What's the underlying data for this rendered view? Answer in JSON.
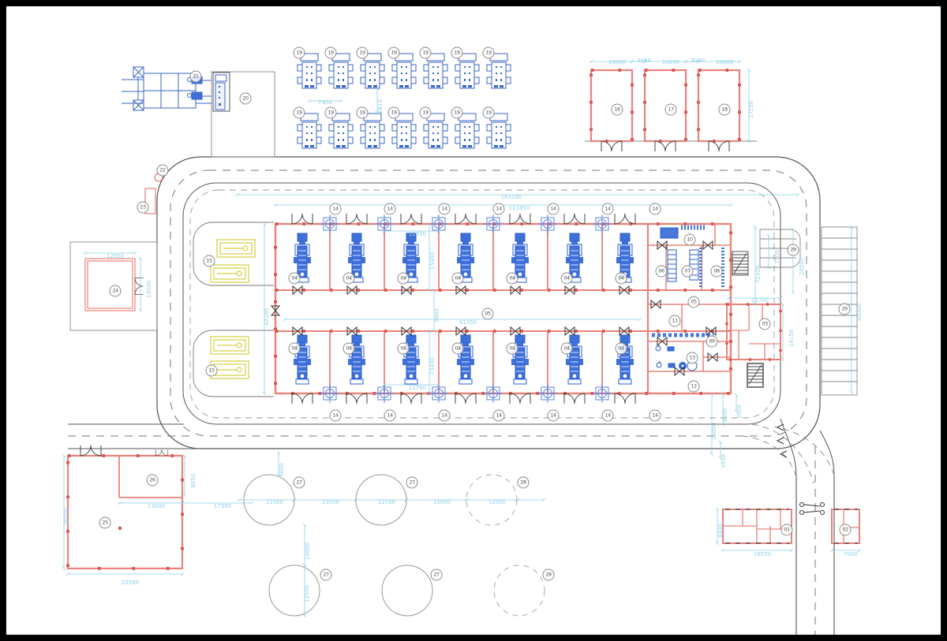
{
  "sheet": {
    "type": "site-plan-drawing",
    "background": "#ffffff",
    "border": "#000000"
  },
  "colors": {
    "dimension": "#8ccfe9",
    "walls": "#e8837c",
    "equipment_blue": "#3a66c4",
    "equipment_yellow": "#d6cf3e",
    "roads": "#666666",
    "callout": "#8a8a8a"
  },
  "labels": {
    "c01": "01",
    "c02": "02",
    "c03": "03",
    "c04": "04",
    "c05": "05",
    "c06": "06",
    "c07": "07",
    "c08": "08",
    "c09": "09",
    "c10": "10",
    "c11": "11",
    "c12": "12",
    "c13": "13",
    "c14": "14",
    "c15": "15",
    "c16": "16",
    "c17": "17",
    "c18": "18",
    "c19": "19",
    "c20": "20",
    "c21": "21",
    "c22": "22",
    "c23": "23",
    "c24": "24",
    "c25": "25",
    "c26": "26",
    "c27": "27",
    "c28": "28",
    "c29": "29"
  },
  "dims": {
    "d7900": "7900",
    "d6815": "6815",
    "d10000": "10000",
    "d3000": "3000",
    "d17250": "17250",
    "d163190": "163190",
    "d111850": "111850",
    "d12700": "12700",
    "d15400": "15400",
    "d9900": "9900",
    "d91350": "91350",
    "d42300": "42300",
    "d72300": "72300",
    "d7500": "7500",
    "d20500": "20500",
    "d14150": "14150",
    "d40000": "40000",
    "d12000": "12000",
    "d13000": "13000",
    "d28050": "28050",
    "d25500": "25500",
    "d9550": "9550",
    "d17395": "17395",
    "d5000": "5000",
    "d12500": "12500",
    "d15000": "15000",
    "d8400": "8400",
    "d16550": "16550",
    "d7000": "7000",
    "d8000": "8000",
    "d3500": "3500"
  }
}
